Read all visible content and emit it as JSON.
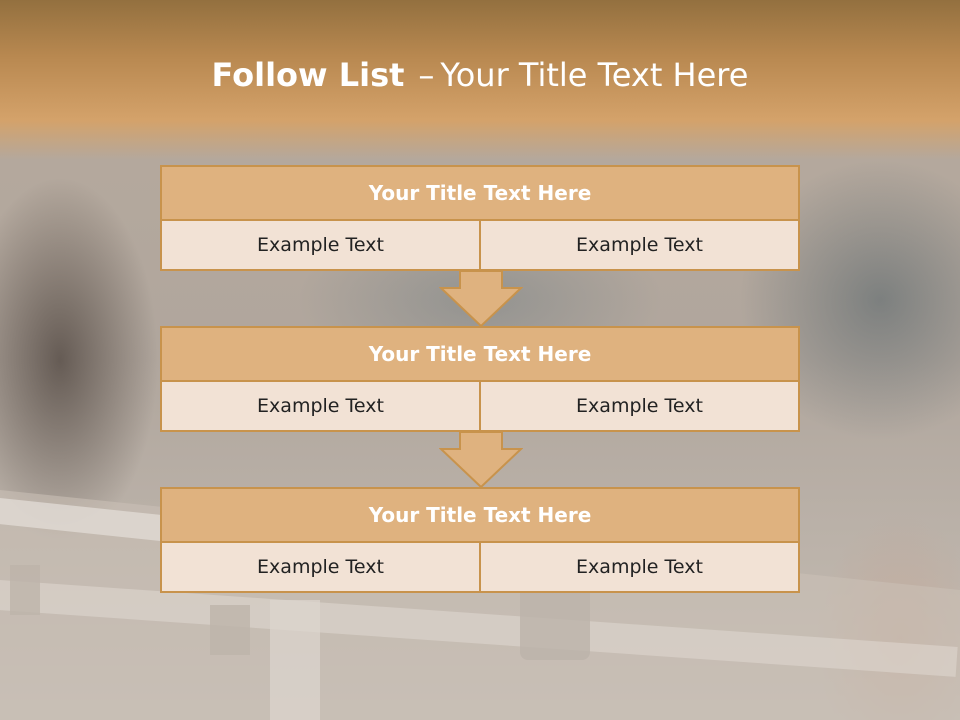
{
  "slide": {
    "title_bold": "Follow List",
    "title_separator": "–",
    "title_rest": "Your Title Text Here"
  },
  "blocks": [
    {
      "title": "Your Title Text Here",
      "cells": [
        "Example Text",
        "Example Text"
      ]
    },
    {
      "title": "Your Title Text Here",
      "cells": [
        "Example Text",
        "Example Text"
      ]
    },
    {
      "title": "Your Title Text Here",
      "cells": [
        "Example Text",
        "Example Text"
      ]
    }
  ],
  "colors": {
    "header": "#b88850",
    "block_title": "#dfb27f",
    "cell": "#f2e2d5",
    "border": "#c8934c"
  },
  "icons": [
    "down-arrow-icon",
    "down-arrow-icon"
  ]
}
